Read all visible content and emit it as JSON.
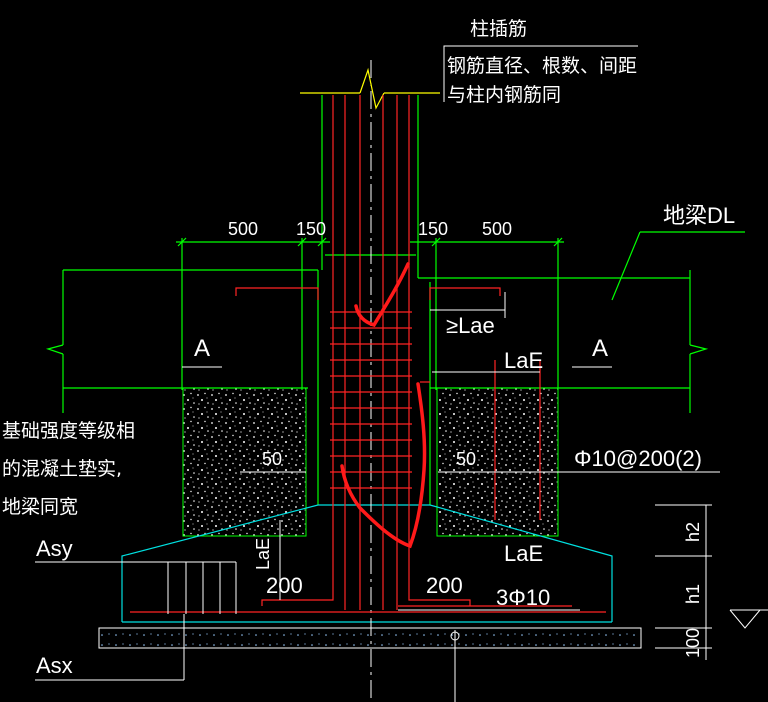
{
  "labels": {
    "column_dowel": "柱插筋",
    "dowel_note_1": "钢筋直径、根数、间距",
    "dowel_note_2": "与柱内钢筋同",
    "ground_beam": "地梁DL",
    "dim_500_left": "500",
    "dim_150_left": "150",
    "dim_150_right": "150",
    "dim_500_right": "500",
    "lae_right_top": "≥Lae",
    "lae_right_mid": "LaE",
    "lae_right_bottom": "LaE",
    "lae_left_vertical": "LaE",
    "section_left": "A",
    "section_right": "A",
    "concrete_note_1": "基础强度等级相",
    "concrete_note_2": "的混凝土垫实,",
    "concrete_note_3": "地梁同宽",
    "dim_50_left": "50",
    "dim_50_right": "50",
    "stirrup": "Φ10@200(2)",
    "asy": "Asy",
    "asx": "Asx",
    "dim_200_left": "200",
    "dim_200_right": "200",
    "bars_3phi10": "3Φ10",
    "h2": "h2",
    "h1": "h1",
    "dim_100": "100"
  },
  "colors": {
    "background": "#000000",
    "outline": "#00ff00",
    "rebar": "#ff2020",
    "text": "#ffffff",
    "footing_edge": "#00ffff",
    "column_top": "#ffff00",
    "markup": "#ff0000"
  }
}
